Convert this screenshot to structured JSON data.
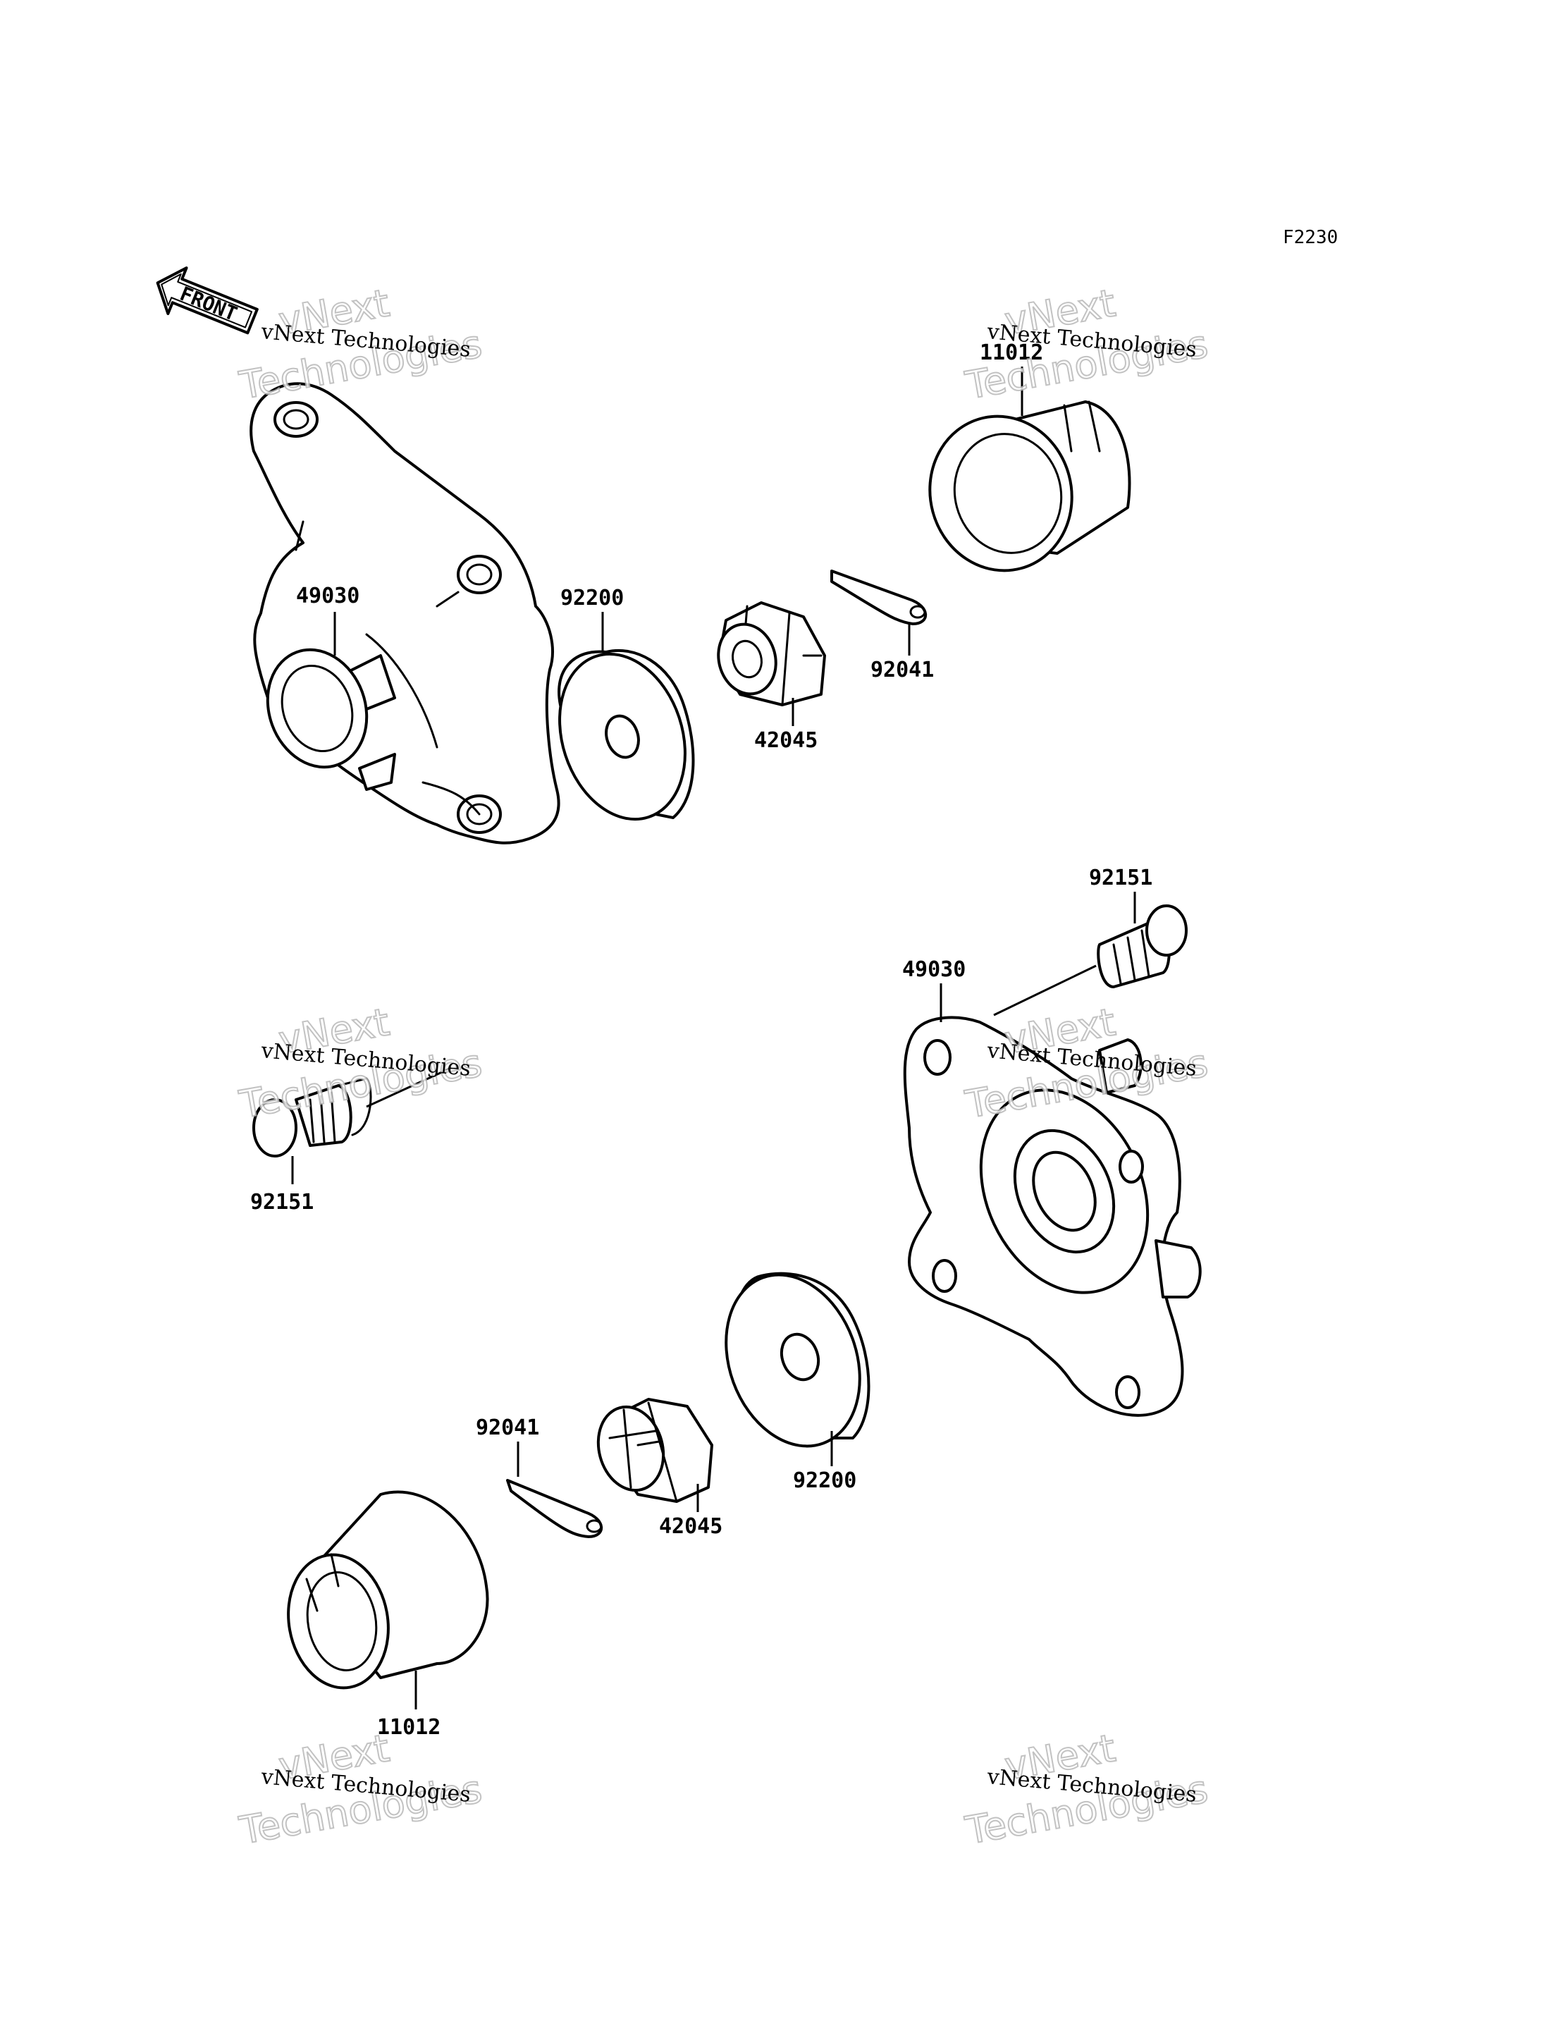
{
  "diagram": {
    "ref_code": "F2230",
    "front_label": "FRONT",
    "part_numbers": {
      "upper_hub": "49030",
      "lower_hub": "49030",
      "upper_washer": "92200",
      "lower_washer": "92200",
      "upper_nut": "42045",
      "lower_nut": "42045",
      "upper_pin": "92041",
      "lower_pin": "92041",
      "upper_cap": "11012",
      "lower_cap": "11012",
      "left_bolt": "92151",
      "right_bolt": "92151"
    },
    "watermarks": [
      {
        "small": "vNext Technologies",
        "big_line1": "vNext",
        "big_line2": "Technologies"
      },
      {
        "small": "vNext Technologies",
        "big_line1": "vNext",
        "big_line2": "Technologies"
      },
      {
        "small": "vNext Technologies",
        "big_line1": "vNext",
        "big_line2": "Technologies"
      },
      {
        "small": "vNext Technologies",
        "big_line1": "vNext",
        "big_line2": "Technologies"
      },
      {
        "small": "vNext Technologies",
        "big_line1": "vNext",
        "big_line2": "Technologies"
      },
      {
        "small": "vNext Technologies",
        "big_line1": "vNext",
        "big_line2": "Technologies"
      }
    ]
  }
}
